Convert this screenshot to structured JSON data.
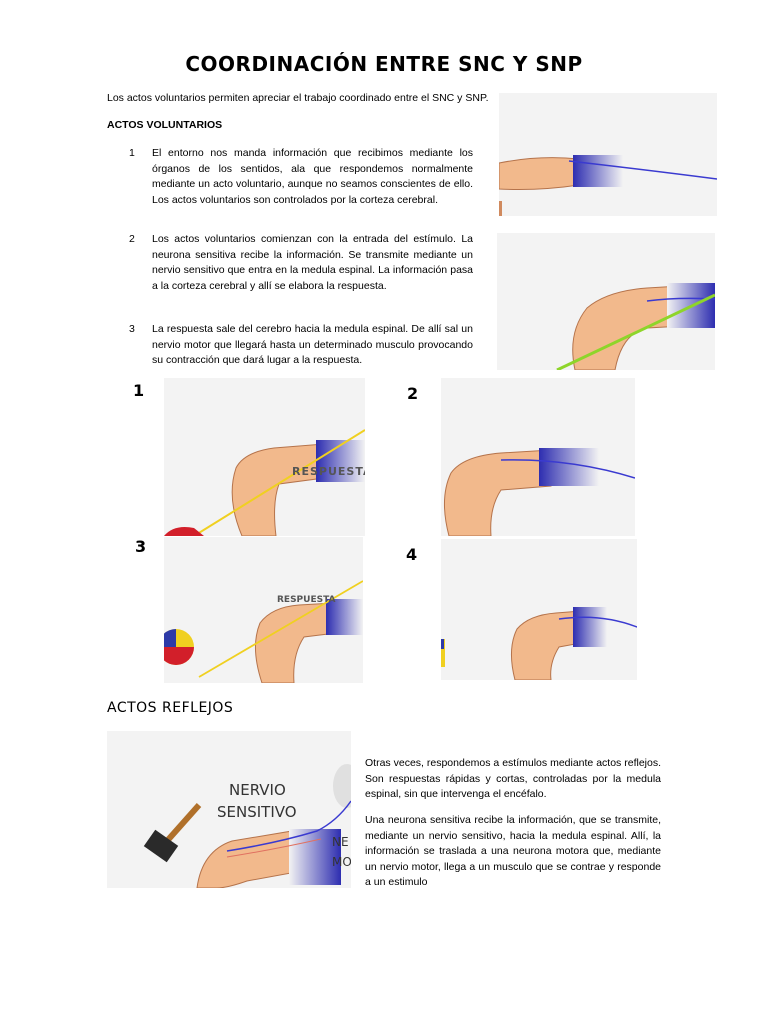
{
  "title": "COORDINACIÓN ENTRE SNC Y SNP",
  "intro": "Los actos voluntarios permiten apreciar el trabajo coordinado entre el SNC y SNP.",
  "voluntary_heading": "ACTOS VOLUNTARIOS",
  "items": [
    {
      "num": "1",
      "text": "El entorno nos manda información que recibimos mediante los órganos de los sentidos, ala que respondemos normalmente mediante un acto voluntario, aunque no seamos conscientes de ello. Los actos voluntarios son controlados por la corteza cerebral."
    },
    {
      "num": "2",
      "text": "Los actos voluntarios comienzan con la entrada del estímulo.  La neurona sensitiva recibe la información. Se transmite mediante un nervio sensitivo que entra en la medula espinal. La información pasa a la corteza cerebral y allí se elabora la respuesta."
    },
    {
      "num": "3",
      "text": "La respuesta sale del cerebro hacia la medula espinal.  De allí sal un nervio motor que llegará hasta un determinado musculo provocando su contracción que dará lugar a la respuesta."
    }
  ],
  "figures": [
    {
      "num": "1",
      "label": "RESPUESTA"
    },
    {
      "num": "2"
    },
    {
      "num": "3",
      "label": "RESPUESTA"
    },
    {
      "num": "4"
    }
  ],
  "reflex_heading": "ACTOS REFLEJOS",
  "reflex_image": {
    "label_1": "NERVIO",
    "label_2": "SENSITIVO",
    "label_3": "NE",
    "label_4": "MO"
  },
  "reflex_paragraphs": [
    "Otras veces, respondemos a estímulos mediante actos reflejos. Son respuestas rápidas y cortas, controladas por la medula espinal, sin que intervenga el encéfalo.",
    "Una neurona sensitiva recibe la información, que se transmite, mediante un nervio sensitivo, hacia la medula espinal. Allí, la información se traslada a una neurona motora que, mediante un nervio motor, llega a un musculo que se contrae y responde a un estimulo"
  ],
  "colors": {
    "skin": "#f2b98c",
    "skin_dark": "#d08a5e",
    "nerve": "#3a3ad0",
    "green": "#8ed52a",
    "yellow": "#f0d020",
    "ball_red": "#d21f2a",
    "ball_blue": "#2d3aa8"
  }
}
